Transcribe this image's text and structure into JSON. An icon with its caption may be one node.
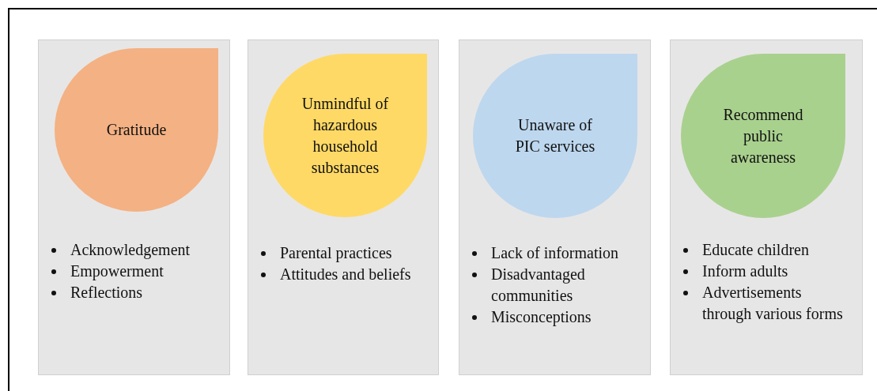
{
  "diagram": {
    "nodes": [
      {
        "text": [
          "Acknowledgement",
          "Empowerment",
          "Reflections"
        ]
      },
      {
        "text": [
          "Gratitude"
        ],
        "in": 0
      },
      {
        "text": [
          "Parental practices",
          "Attitudes and beliefs"
        ]
      },
      {
        "text": [
          "Unmindful of hazardous household substances"
        ],
        "in": 2
      },
      {
        "text": [
          "Lack of information",
          "Disadvantaged communities",
          "Misconceptions"
        ]
      },
      {
        "text": [
          "Unaware of PIC services"
        ],
        "in": 4
      },
      {
        "text": [
          "Educate children",
          "Inform adults",
          "Advertisements through various forms"
        ]
      },
      {
        "text": [
          "Recommend public awareness"
        ],
        "in": 6
      }
    ],
    "edges": []
  }
}
